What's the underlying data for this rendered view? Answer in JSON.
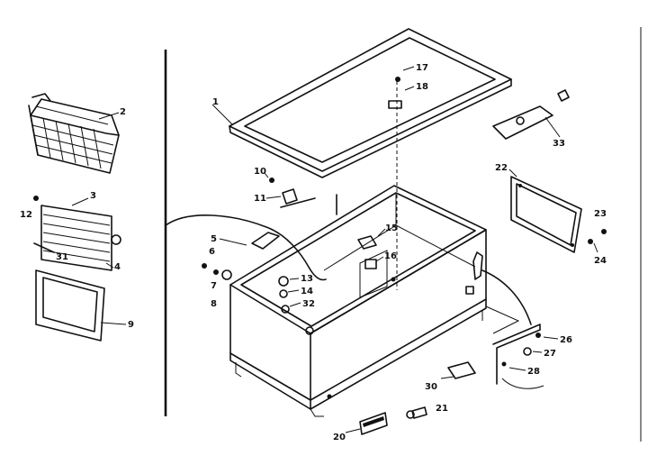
{
  "labels": {
    "l1": "1",
    "l2": "2",
    "l3": "3",
    "l4": "4",
    "l5": "5",
    "l6": "6",
    "l7": "7",
    "l8": "8",
    "l9": "9",
    "l10": "10",
    "l11": "11",
    "l12": "12",
    "l13": "13",
    "l14": "14",
    "l15": "15",
    "l16": "16",
    "l17": "17",
    "l18": "18",
    "l20": "20",
    "l21": "21",
    "l22": "22",
    "l23": "23",
    "l24": "24",
    "l26": "26",
    "l27": "27",
    "l28": "28",
    "l30": "30",
    "l31": "31",
    "l32": "32",
    "l33": "33"
  }
}
